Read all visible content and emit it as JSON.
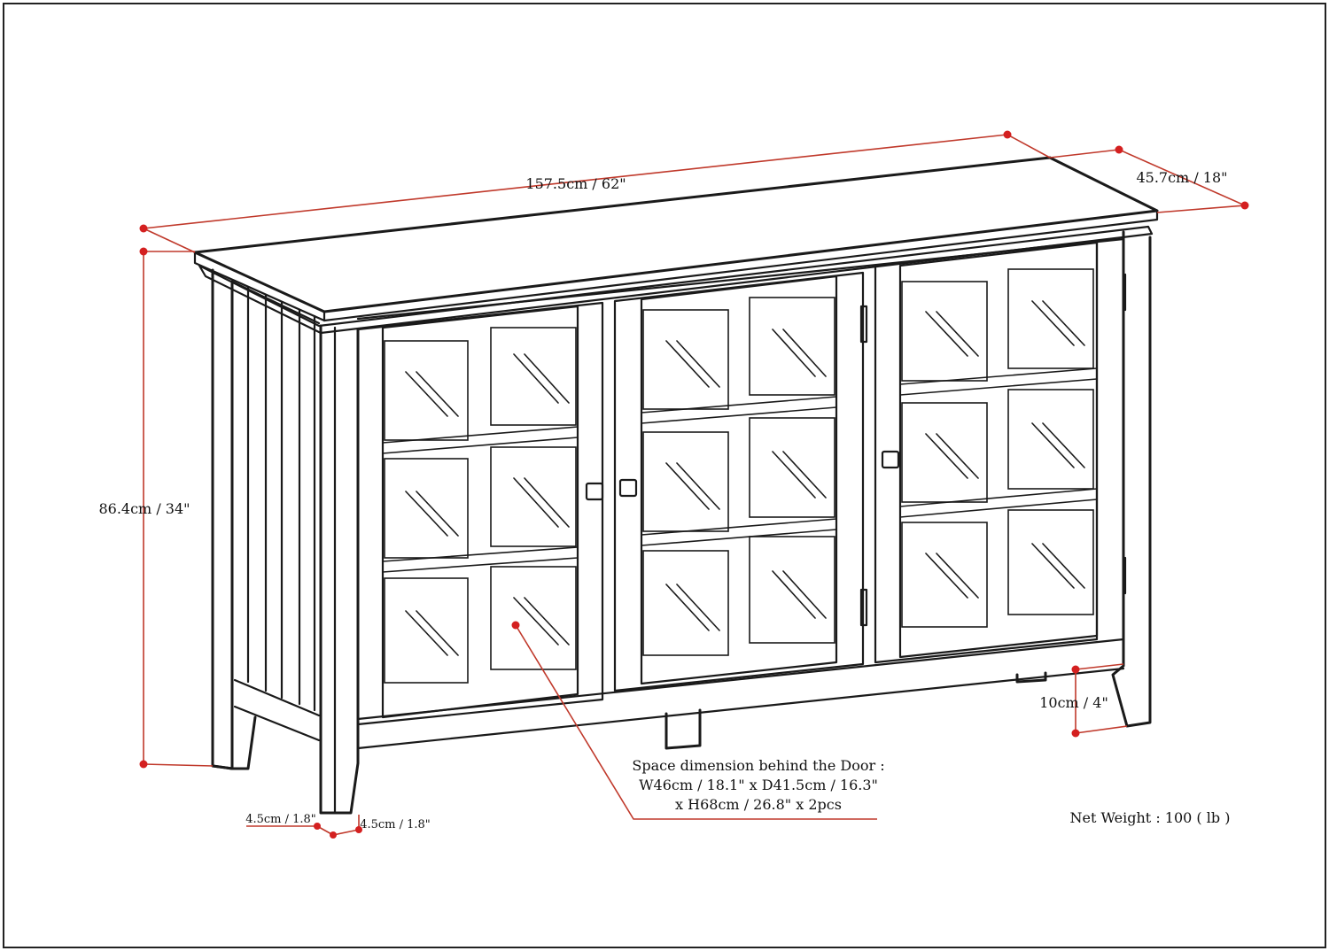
{
  "dimensions": {
    "width": "157.5cm / 62\"",
    "depth": "45.7cm / 18\"",
    "height": "86.4cm / 34\"",
    "leg_clearance": "10cm / 4\"",
    "leg_width_left": "4.5cm / 1.8\"",
    "leg_width_right": "4.5cm / 1.8\""
  },
  "space_note": {
    "line1": "Space dimension behind the Door  :",
    "line2": "W46cm / 18.1\" x D41.5cm / 16.3\"",
    "line3": "x H68cm / 26.8\" x 2pcs"
  },
  "net_weight": "Net Weight : 100 ( lb )",
  "colors": {
    "line": "#1a1a1a",
    "dimension": "#c0392b",
    "dot": "#d42020",
    "background": "#ffffff",
    "frame": "#222222"
  }
}
